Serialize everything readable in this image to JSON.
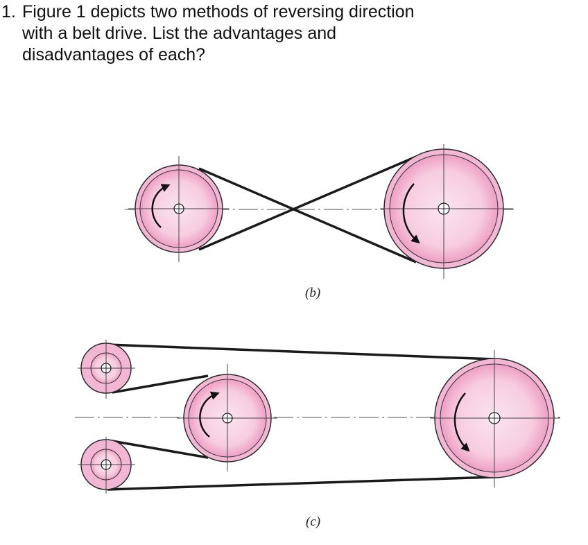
{
  "question": {
    "number": "1.",
    "text": "Figure 1 depicts two methods of reversing direction with a belt drive. List the advantages and disadvantages of each?"
  },
  "figure": {
    "caption_b": "(b)",
    "caption_c": "(c)",
    "colors": {
      "pulley_fill": "#f6c9df",
      "pulley_inner": "#f3b6d4",
      "pulley_outline": "#2a2a2a",
      "belt": "#1a1a1a",
      "centerline": "#555555"
    }
  }
}
